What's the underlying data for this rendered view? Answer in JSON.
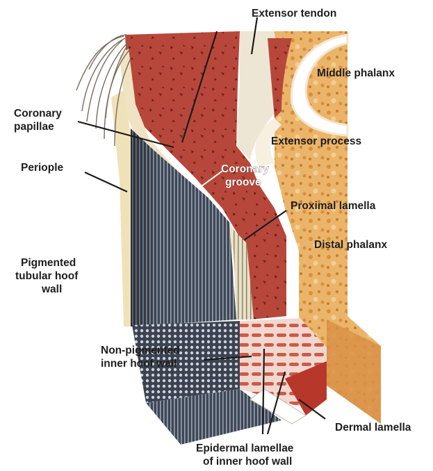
{
  "labels": {
    "extensor_tendon": "Extensor tendon",
    "middle_phalanx": "Middle phalanx",
    "coronary_papillae": [
      "Coronary",
      "papillae"
    ],
    "extensor_process": "Extensor process",
    "periople": "Periople",
    "coronary_groove": [
      "Coronary",
      "groove"
    ],
    "proximal_lamella": "Proximal lamella",
    "distal_phalanx": "Distal phalanx",
    "pigmented_wall": [
      "Pigmented",
      "tubular hoof",
      "wall"
    ],
    "non_pigmented_wall": [
      "Non-pigmented",
      "inner hoof wall"
    ],
    "dermal_lamella": "Dermal lamella",
    "epidermal_lamellae": [
      "Epidermal lamellae",
      "of inner hoof wall"
    ]
  }
}
